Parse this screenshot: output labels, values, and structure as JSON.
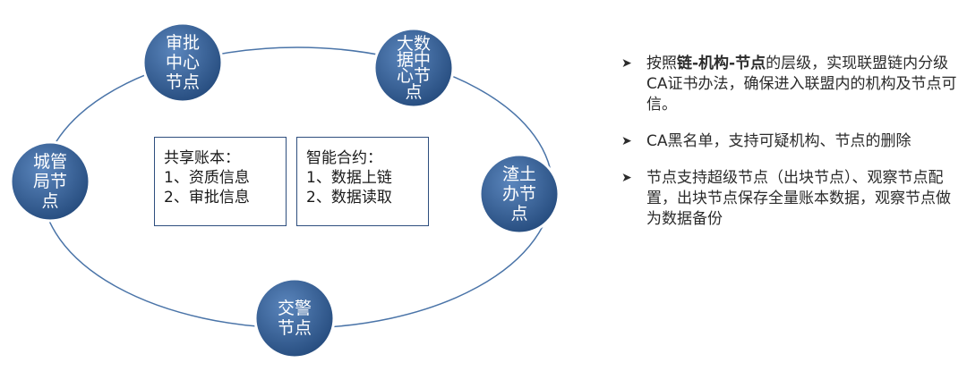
{
  "diagram": {
    "nodes": [
      {
        "id": "audit",
        "lines": [
          "审批",
          "中心",
          "节点"
        ]
      },
      {
        "id": "bigdata",
        "lines": [
          "大数",
          "据中",
          "心节",
          "点"
        ]
      },
      {
        "id": "urban",
        "lines": [
          "城管",
          "局节",
          "点"
        ]
      },
      {
        "id": "muck",
        "lines": [
          "渣土",
          "办节",
          "点"
        ]
      },
      {
        "id": "traffic",
        "lines": [
          "交警",
          "节点"
        ]
      }
    ],
    "ledger": {
      "title": "共享账本：",
      "items": [
        "1、资质信息",
        "2、审批信息"
      ]
    },
    "contract": {
      "title": "智能合约：",
      "items": [
        "1、数据上链",
        "2、数据读取"
      ]
    }
  },
  "bullets": [
    {
      "prefix": "按照",
      "bold": "链-机构-节点",
      "rest": "的层级，实现联盟链内分级CA证书办法，确保进入联盟内的机构及节点可信。"
    },
    {
      "text": "CA黑名单，支持可疑机构、节点的删除"
    },
    {
      "text": "节点支持超级节点（出块节点）、观察节点配置，出块节点保存全量账本数据，观察节点做为数据备份"
    }
  ],
  "colors": {
    "node_fill": "#2f5c94",
    "node_edge": "#ffffff",
    "ellipse": "#4a74a8"
  }
}
